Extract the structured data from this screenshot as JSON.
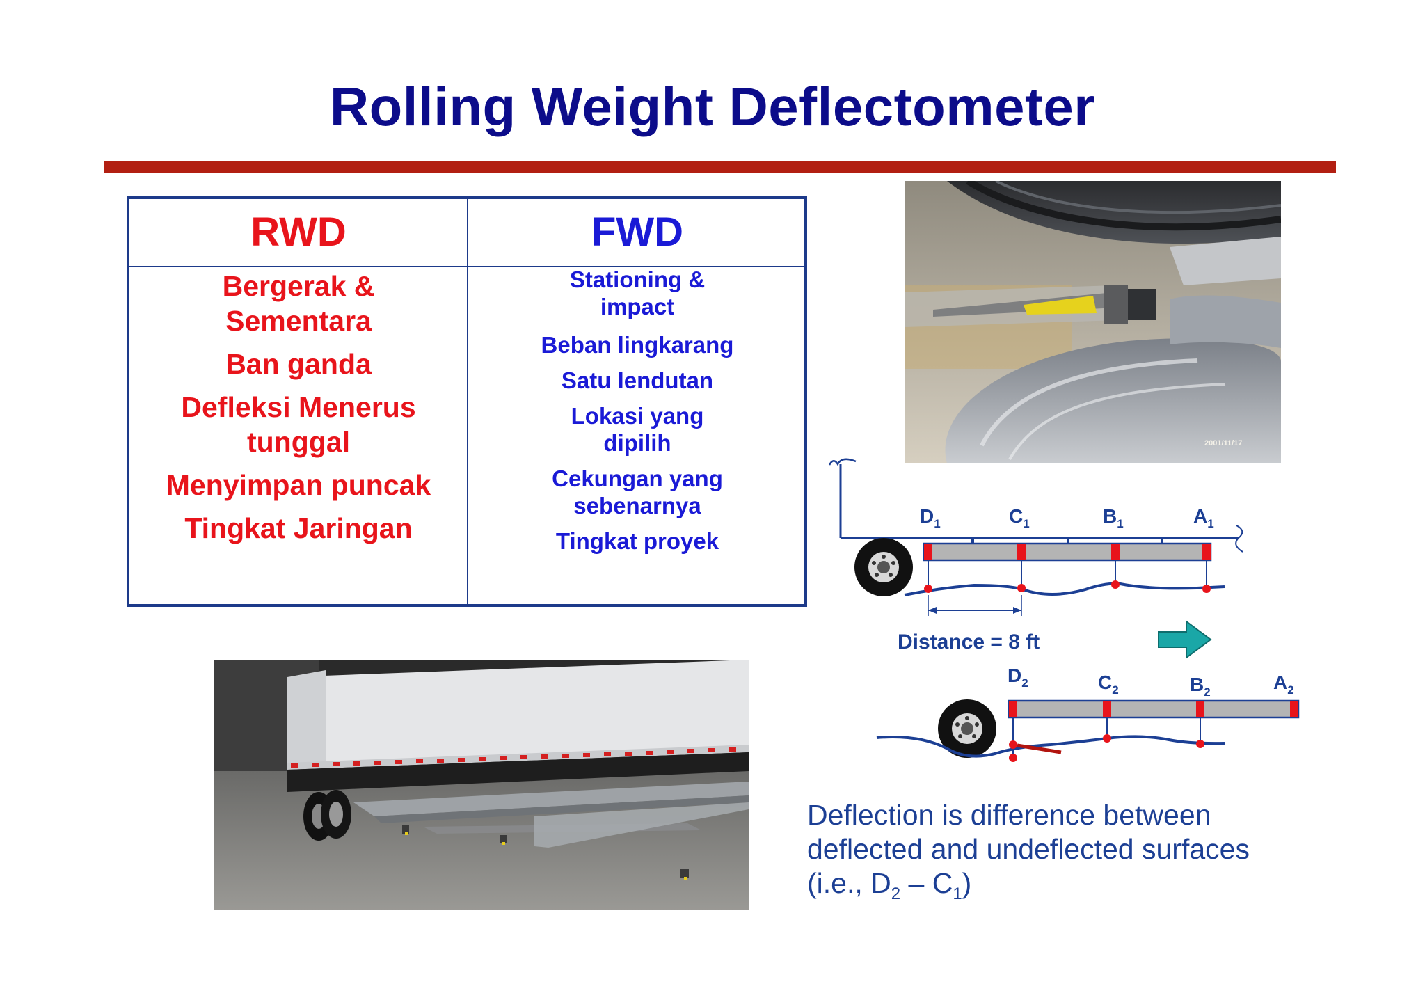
{
  "slide": {
    "title": "Rolling Weight Deflectometer"
  },
  "table": {
    "rwd": {
      "header": "RWD",
      "items": [
        "Bergerak & Sementara",
        "Ban ganda",
        "Defleksi Menerus tunggal",
        "Menyimpan puncak",
        "Tingkat Jaringan"
      ]
    },
    "fwd": {
      "header": "FWD",
      "items": [
        "Stationing & impact",
        "Beban lingkarang",
        "Satu lendutan",
        "Lokasi yang dipilih",
        "Cekungan yang sebenarnya",
        "Tingkat proyek"
      ]
    }
  },
  "photo": {
    "date_stamp": "2001/11/17"
  },
  "diagram": {
    "top_sensors": [
      {
        "letter": "D",
        "sub": "1"
      },
      {
        "letter": "C",
        "sub": "1"
      },
      {
        "letter": "B",
        "sub": "1"
      },
      {
        "letter": "A",
        "sub": "1"
      }
    ],
    "bottom_sensors": [
      {
        "letter": "D",
        "sub": "2"
      },
      {
        "letter": "C",
        "sub": "2"
      },
      {
        "letter": "B",
        "sub": "2"
      },
      {
        "letter": "A",
        "sub": "2"
      }
    ],
    "distance_label": "Distance = 8 ft"
  },
  "caption": {
    "line1": "Deflection is difference between",
    "line2": "deflected and undeflected surfaces",
    "line3_prefix": "(i.e., D",
    "line3_sub1": "2",
    "line3_mid": " – C",
    "line3_sub2": "1",
    "line3_suffix": ")"
  },
  "colors": {
    "title": "#0c0c8a",
    "rule": "#b21f12",
    "rwd_text": "#e8141b",
    "fwd_text": "#1a1ad6",
    "table_border": "#1d3a8a",
    "diagram_blue": "#1c3f94",
    "sensor_red": "#e8141b",
    "beam_gray": "#b4b4b4",
    "arrow_teal": "#1aa7a7"
  }
}
